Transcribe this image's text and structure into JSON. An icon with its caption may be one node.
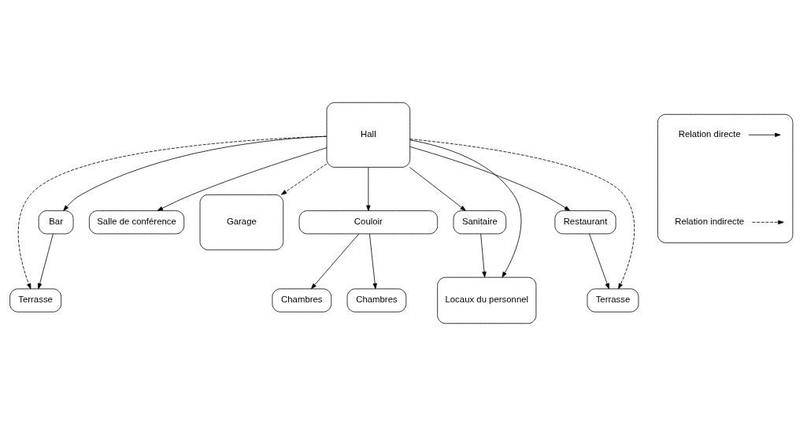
{
  "diagram": {
    "nodes": [
      {
        "text": [
          "Hall"
        ]
      },
      {
        "text": [
          "Terrasse"
        ]
      },
      {
        "text": [
          "Bar"
        ]
      },
      {
        "text": [
          "Salle de conférence"
        ]
      },
      {
        "text": [
          "Garage"
        ]
      },
      {
        "text": [
          "Chambres"
        ]
      },
      {
        "text": [
          "Couloir"
        ]
      },
      {
        "text": [
          "Sanitaire"
        ]
      },
      {
        "text": [
          "Chambres"
        ]
      },
      {
        "text": [
          "Locaux du personnel"
        ]
      },
      {
        "text": [
          "Restaurant"
        ]
      },
      {
        "text": [
          "Terrasse"
        ]
      },
      {
        "text": [],
        "shape": "box"
      }
    ],
    "edges": [
      {
        "from": 0,
        "to": 2,
        "arrow": "to"
      },
      {
        "from": 2,
        "to": 1,
        "arrow": "to"
      },
      {
        "from": 0,
        "to": 1,
        "arrow": "to",
        "style": "dashed"
      },
      {
        "from": 0,
        "to": 3,
        "arrow": "to"
      },
      {
        "from": 0,
        "to": 4,
        "arrow": "to",
        "style": "dashed"
      },
      {
        "from": 0,
        "to": 6,
        "arrow": "to"
      },
      {
        "from": 6,
        "to": 5,
        "arrow": "to"
      },
      {
        "from": 6,
        "to": 8,
        "arrow": "to"
      },
      {
        "from": 0,
        "to": 7,
        "arrow": "to"
      },
      {
        "from": 7,
        "to": 9,
        "arrow": "to"
      },
      {
        "from": 0,
        "to": 9,
        "arrow": "to"
      },
      {
        "from": 0,
        "to": 10,
        "arrow": "to"
      },
      {
        "from": 10,
        "to": 11,
        "arrow": "to"
      },
      {
        "from": 0,
        "to": 11,
        "arrow": "to",
        "style": "dashed"
      }
    ],
    "legend": [
      {
        "text": "Relation directe"
      },
      {
        "text": "Relation indirecte"
      }
    ]
  }
}
